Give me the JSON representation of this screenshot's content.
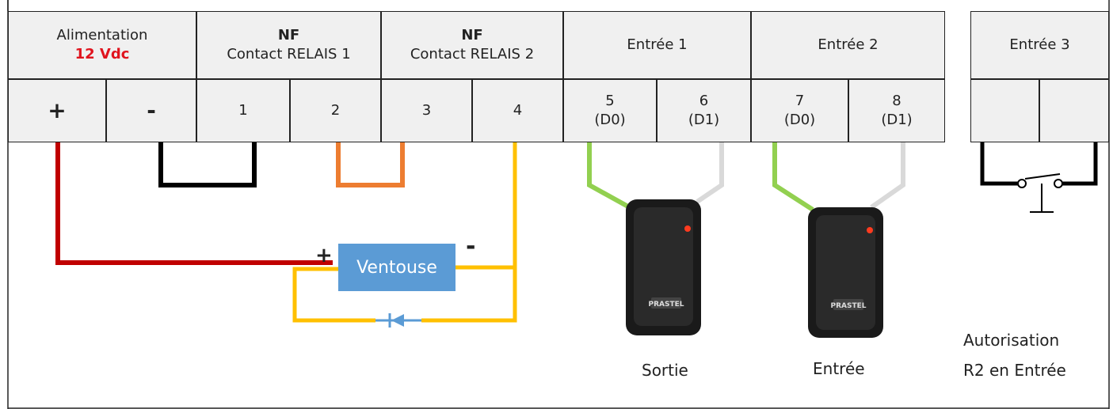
{
  "header": {
    "alimentation": {
      "line1": "Alimentation",
      "line2": "12 Vdc"
    },
    "relais1": {
      "line1": "NF",
      "line2": "Contact RELAIS 1"
    },
    "relais2": {
      "line1": "NF",
      "line2": "Contact RELAIS 2"
    },
    "entree1": "Entrée 1",
    "entree2": "Entrée 2",
    "entree3": "Entrée 3"
  },
  "terminals": [
    {
      "l1": "+",
      "l2": ""
    },
    {
      "l1": "-",
      "l2": ""
    },
    {
      "l1": "1",
      "l2": ""
    },
    {
      "l1": "2",
      "l2": ""
    },
    {
      "l1": "3",
      "l2": ""
    },
    {
      "l1": "4",
      "l2": ""
    },
    {
      "l1": "5",
      "l2": "(D0)"
    },
    {
      "l1": "6",
      "l2": "(D1)"
    },
    {
      "l1": "7",
      "l2": "(D0)"
    },
    {
      "l1": "8",
      "l2": "(D1)"
    },
    {
      "l1": "",
      "l2": ""
    },
    {
      "l1": "",
      "l2": ""
    }
  ],
  "components": {
    "ventouse": "Ventouse",
    "plus": "+",
    "minus": "-",
    "reader_brand": "PRASTEL"
  },
  "labels": {
    "sortie": "Sortie",
    "entree": "Entrée",
    "autorisation_l1": "Autorisation",
    "autorisation_l2": "R2 en Entrée"
  },
  "colors": {
    "red": "#c00000",
    "black": "#000000",
    "orange": "#ed7d31",
    "yellow": "#ffc000",
    "green": "#92d050",
    "grey": "#d9d9d9",
    "blue": "#5b9bd5"
  }
}
